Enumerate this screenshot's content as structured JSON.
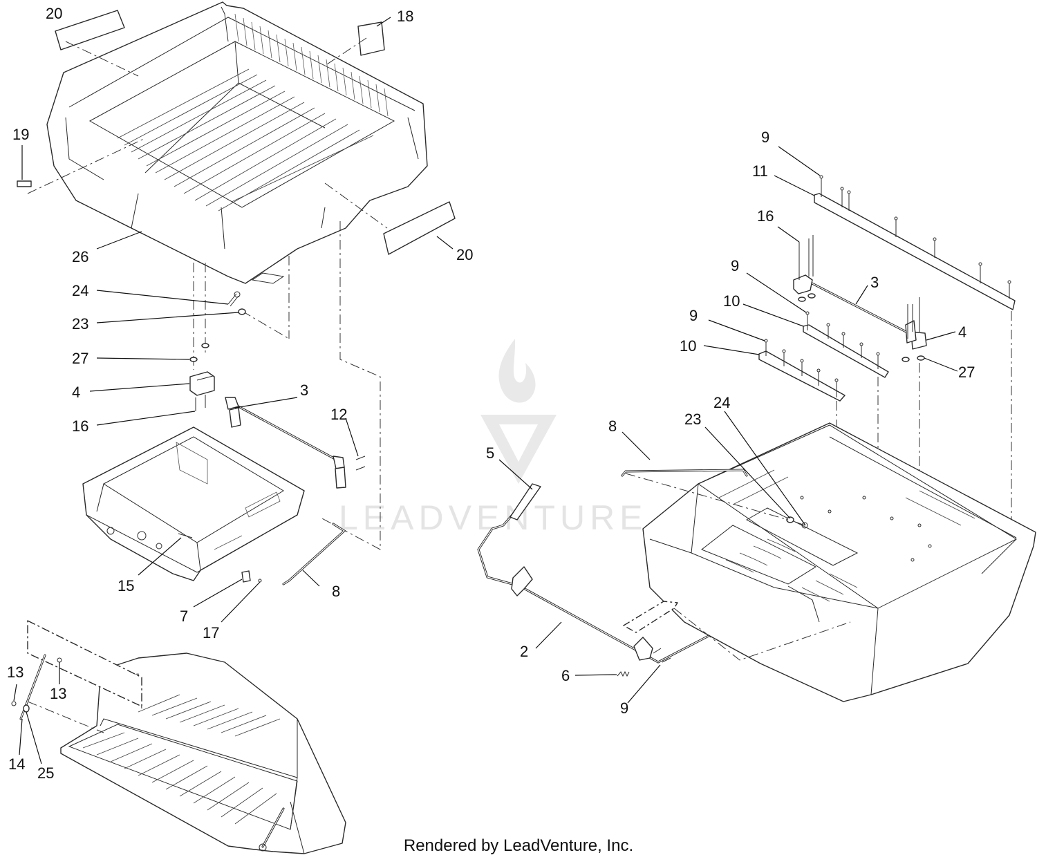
{
  "watermark": {
    "text": "LEADVENTURE",
    "logo_icon": "leadventure-flame-logo"
  },
  "footer": {
    "text": "Rendered by LeadVenture, Inc."
  },
  "callouts": {
    "c20a": "20",
    "c18": "18",
    "c19": "19",
    "c20b": "20",
    "c26": "26",
    "c24a": "24",
    "c23a": "23",
    "c27a": "27",
    "c4a": "4",
    "c16a": "16",
    "c3a": "3",
    "c12": "12",
    "c15": "15",
    "c7": "7",
    "c17": "17",
    "c8a": "8",
    "c13a": "13",
    "c13b": "13",
    "c14": "14",
    "c25": "25",
    "c9a": "9",
    "c11": "11",
    "c16b": "16",
    "c9b": "9",
    "c3b": "3",
    "c10a": "10",
    "c9c": "9",
    "c4b": "4",
    "c10b": "10",
    "c27b": "27",
    "c24b": "24",
    "c23b": "23",
    "c8b": "8",
    "c5": "5",
    "c2": "2",
    "c6": "6",
    "c9d": "9"
  }
}
